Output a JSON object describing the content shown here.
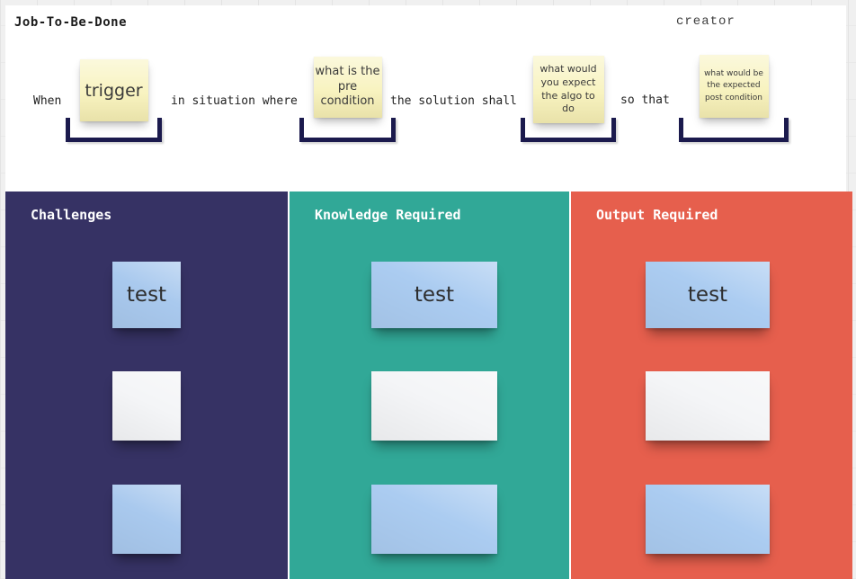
{
  "canvas": {
    "background": "#f0f0f0",
    "grid_line": "#e3e3e3",
    "frame": "#ffffff"
  },
  "header": {
    "title": "Job-To-Be-Done",
    "creator": "creator"
  },
  "sentence": {
    "sticky_color": "#f8f3c0",
    "bracket_color": "#1b1a4d",
    "items": [
      {
        "type": "text",
        "label": "When"
      },
      {
        "type": "sticky",
        "label": "trigger"
      },
      {
        "type": "text",
        "label": "in situation where"
      },
      {
        "type": "sticky",
        "label": "what is the pre condition"
      },
      {
        "type": "text",
        "label": "the solution shall"
      },
      {
        "type": "sticky",
        "label": "what would you expect the algo to do"
      },
      {
        "type": "text",
        "label": "so that"
      },
      {
        "type": "sticky",
        "label": "what would be the expected post condition"
      }
    ]
  },
  "columns": [
    {
      "title": "Challenges",
      "color": "#363264",
      "stickies": [
        {
          "text": "test",
          "color": "#a9c9ee"
        },
        {
          "text": "",
          "color": "#f4f5f7"
        },
        {
          "text": "",
          "color": "#a9c9ee"
        }
      ]
    },
    {
      "title": "Knowledge Required",
      "color": "#31a897",
      "stickies": [
        {
          "text": "test",
          "color": "#abccf1"
        },
        {
          "text": "",
          "color": "#f4f5f7"
        },
        {
          "text": "",
          "color": "#abccf1"
        }
      ]
    },
    {
      "title": "Output Required",
      "color": "#e65f4d",
      "stickies": [
        {
          "text": "test",
          "color": "#abccf1"
        },
        {
          "text": "",
          "color": "#f4f5f7"
        },
        {
          "text": "",
          "color": "#abccf1"
        }
      ]
    }
  ]
}
